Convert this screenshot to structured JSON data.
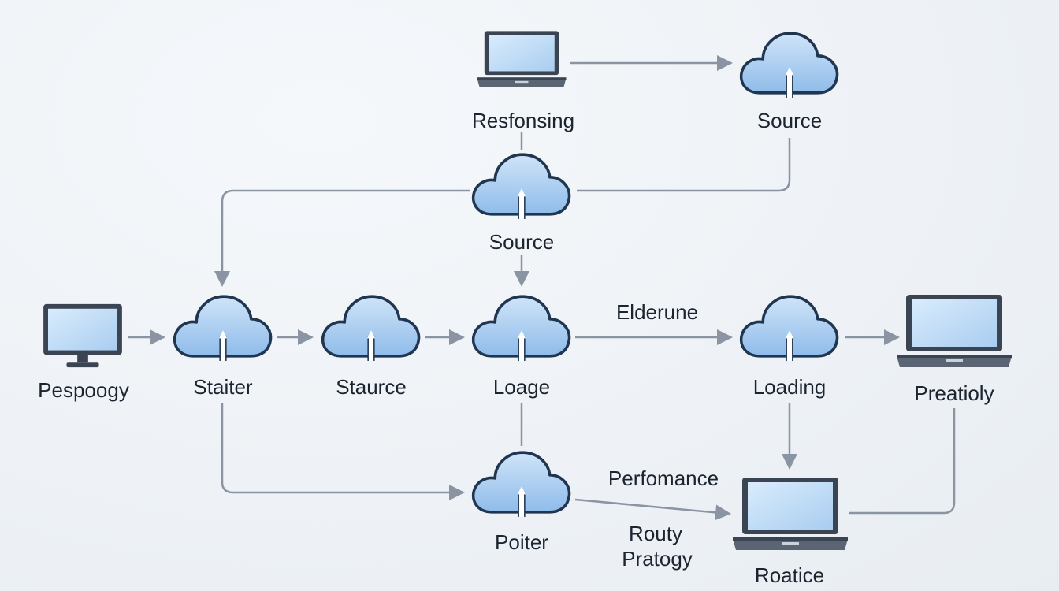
{
  "diagram": {
    "nodes": [
      {
        "id": "n1",
        "kind": "laptop",
        "label": "Resfonsing",
        "icon": "laptop-icon"
      },
      {
        "id": "n2",
        "kind": "cloud",
        "label": "Source",
        "icon": "cloud-icon"
      },
      {
        "id": "n3",
        "kind": "cloud",
        "label": "Source",
        "icon": "cloud-icon"
      },
      {
        "id": "n4",
        "kind": "monitor",
        "label": "Pespoogy",
        "icon": "monitor-icon"
      },
      {
        "id": "n5",
        "kind": "cloud",
        "label": "Staiter",
        "icon": "cloud-icon"
      },
      {
        "id": "n6",
        "kind": "cloud",
        "label": "Staurce",
        "icon": "cloud-icon"
      },
      {
        "id": "n7",
        "kind": "cloud",
        "label": "Loage",
        "icon": "cloud-icon"
      },
      {
        "id": "n8",
        "kind": "cloud",
        "label": "Loading",
        "icon": "cloud-icon"
      },
      {
        "id": "n9",
        "kind": "laptop",
        "label": "Preatioly",
        "icon": "laptop-icon"
      },
      {
        "id": "n10",
        "kind": "cloud",
        "label": "Poiter",
        "icon": "cloud-icon"
      },
      {
        "id": "n11",
        "kind": "laptop",
        "label": "Roatice",
        "icon": "laptop-icon"
      }
    ],
    "edge_labels": {
      "e1": "Elderune",
      "e2": "Perfomance",
      "e3": "Routy",
      "e4": "Pratogy"
    },
    "colors": {
      "edge": "#8a94a3",
      "cloud_fill": "#b5d4f3",
      "cloud_stroke": "#1f3550",
      "screen_fill": "#c6e0f8",
      "device_body": "#3a4452",
      "label": "#1c2430"
    }
  }
}
